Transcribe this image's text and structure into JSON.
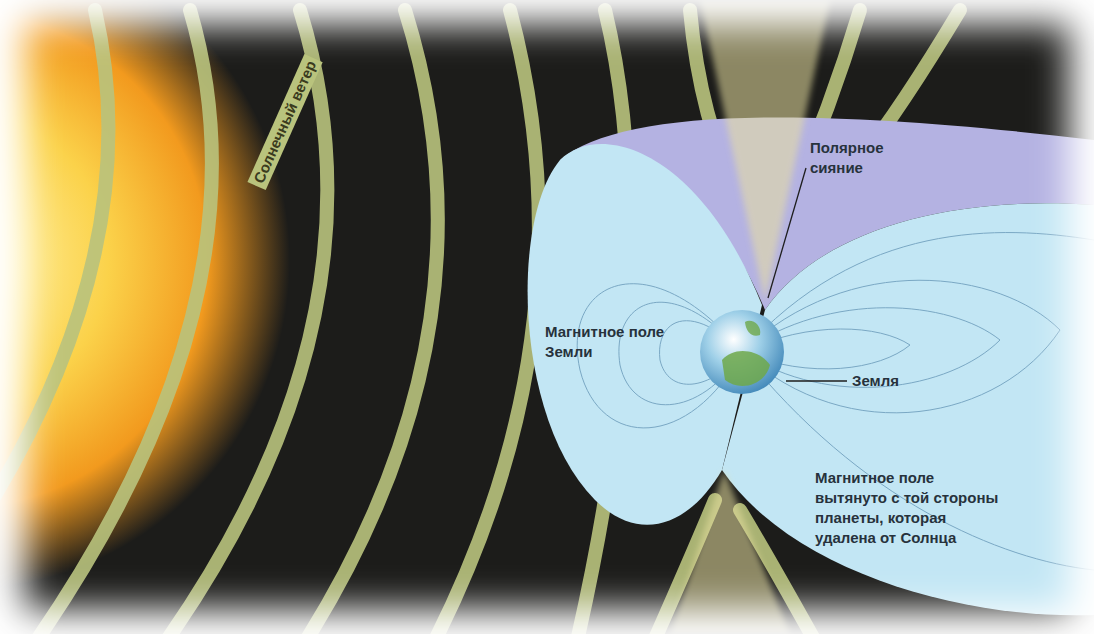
{
  "diagram": {
    "labels": [
      "Солнечный ветер",
      "Полярное сияние",
      "Магнитное поле Земли",
      "Земля",
      "Магнитное поле вытянуто с той стороны планеты, которая удалена от Солнца"
    ]
  }
}
